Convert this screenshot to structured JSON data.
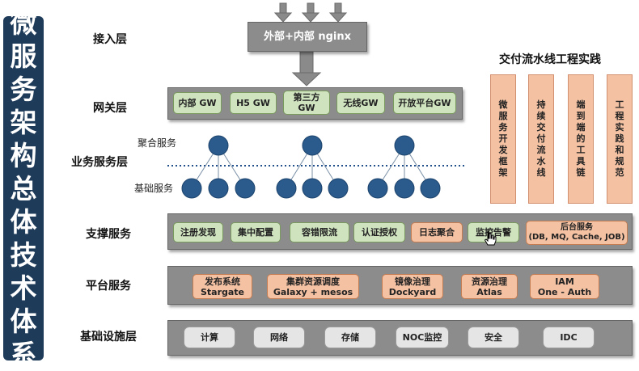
{
  "title_chars": [
    "微",
    "服",
    "务",
    "架",
    "构",
    "总",
    "体",
    "技",
    "术",
    "体",
    "系"
  ],
  "layers": {
    "access": "接入层",
    "gateway": "网关层",
    "business": "业务服务层",
    "support": "支撑服务",
    "platform": "平台服务",
    "infra": "基础设施层"
  },
  "business_sub": {
    "aggregate": "聚合服务",
    "base": "基础服务"
  },
  "access_box": "外部+内部 nginx",
  "gateway_items": [
    "内部 GW",
    "H5 GW",
    "第三方\nGW",
    "无线GW",
    "开放平台GW"
  ],
  "support_items": [
    {
      "label": "注册发现",
      "style": "green"
    },
    {
      "label": "集中配置",
      "style": "green"
    },
    {
      "label": "容错限流",
      "style": "green"
    },
    {
      "label": "认证授权",
      "style": "green"
    },
    {
      "label": "日志聚合",
      "style": "orange"
    },
    {
      "label": "监控告警",
      "style": "green"
    },
    {
      "label": "后台服务\n(DB, MQ, Cache, JOB)",
      "style": "orange"
    }
  ],
  "platform_items": [
    "发布系统\nStargate",
    "集群资源调度\nGalaxy + mesos",
    "镜像治理\nDockyard",
    "资源治理\nAtlas",
    "IAM\nOne - Auth"
  ],
  "infra_items": [
    "计算",
    "网络",
    "存储",
    "NOC监控",
    "安全",
    "IDC"
  ],
  "pipeline": {
    "title": "交付流水线工程实践",
    "columns": [
      "微服务开发框架",
      "持续交付流水线",
      "端到端的工具链",
      "工程实践和规范"
    ]
  },
  "colors": {
    "sidebar": "#1f3b5a",
    "band": "#8c8c8c",
    "green": "#cfe3bf",
    "orange": "#f4c1a3",
    "white": "#e5e5e5",
    "node": "#2b5b8c"
  }
}
